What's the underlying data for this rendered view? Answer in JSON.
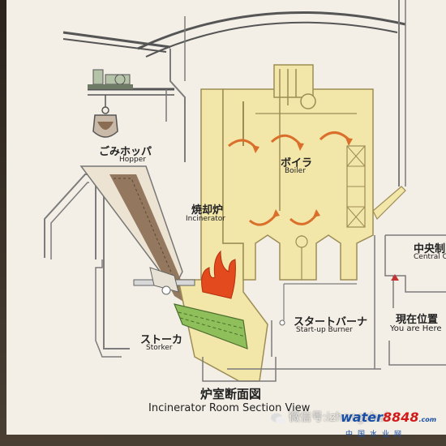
{
  "labels": {
    "hopper_jp": "ごみホッパ",
    "hopper_en": "Hopper",
    "incinerator_jp": "焼却炉",
    "incinerator_en": "Incinerator",
    "boiler_jp": "ボイラ",
    "boiler_en": "Boiler",
    "burner_jp": "スタートバーナ",
    "burner_en": "Start-up Burner",
    "storker_jp": "ストーカ",
    "storker_en": "Storker",
    "central_jp": "中央制",
    "central_en": "Central Co",
    "location_jp": "現在位置",
    "location_en": "You are Here"
  },
  "title": {
    "jp": "炉室断面図",
    "en": "Incinerator Room Section View"
  },
  "watermark": {
    "wechat": "微信号:izhongshui",
    "logo_main": "water",
    "logo_num": "8848",
    "logo_domain": ".com",
    "logo_sub": "中国水业网"
  },
  "colors": {
    "board": "#f3efe6",
    "wall_line": "#7c7c7c",
    "boiler_fill": "#f2e6a9",
    "boiler_line": "#9d8d55",
    "waste": "#8a6c52",
    "flame": "#e34a1d",
    "arrow": "#d96f2a",
    "grate": "#8fbf5a"
  }
}
